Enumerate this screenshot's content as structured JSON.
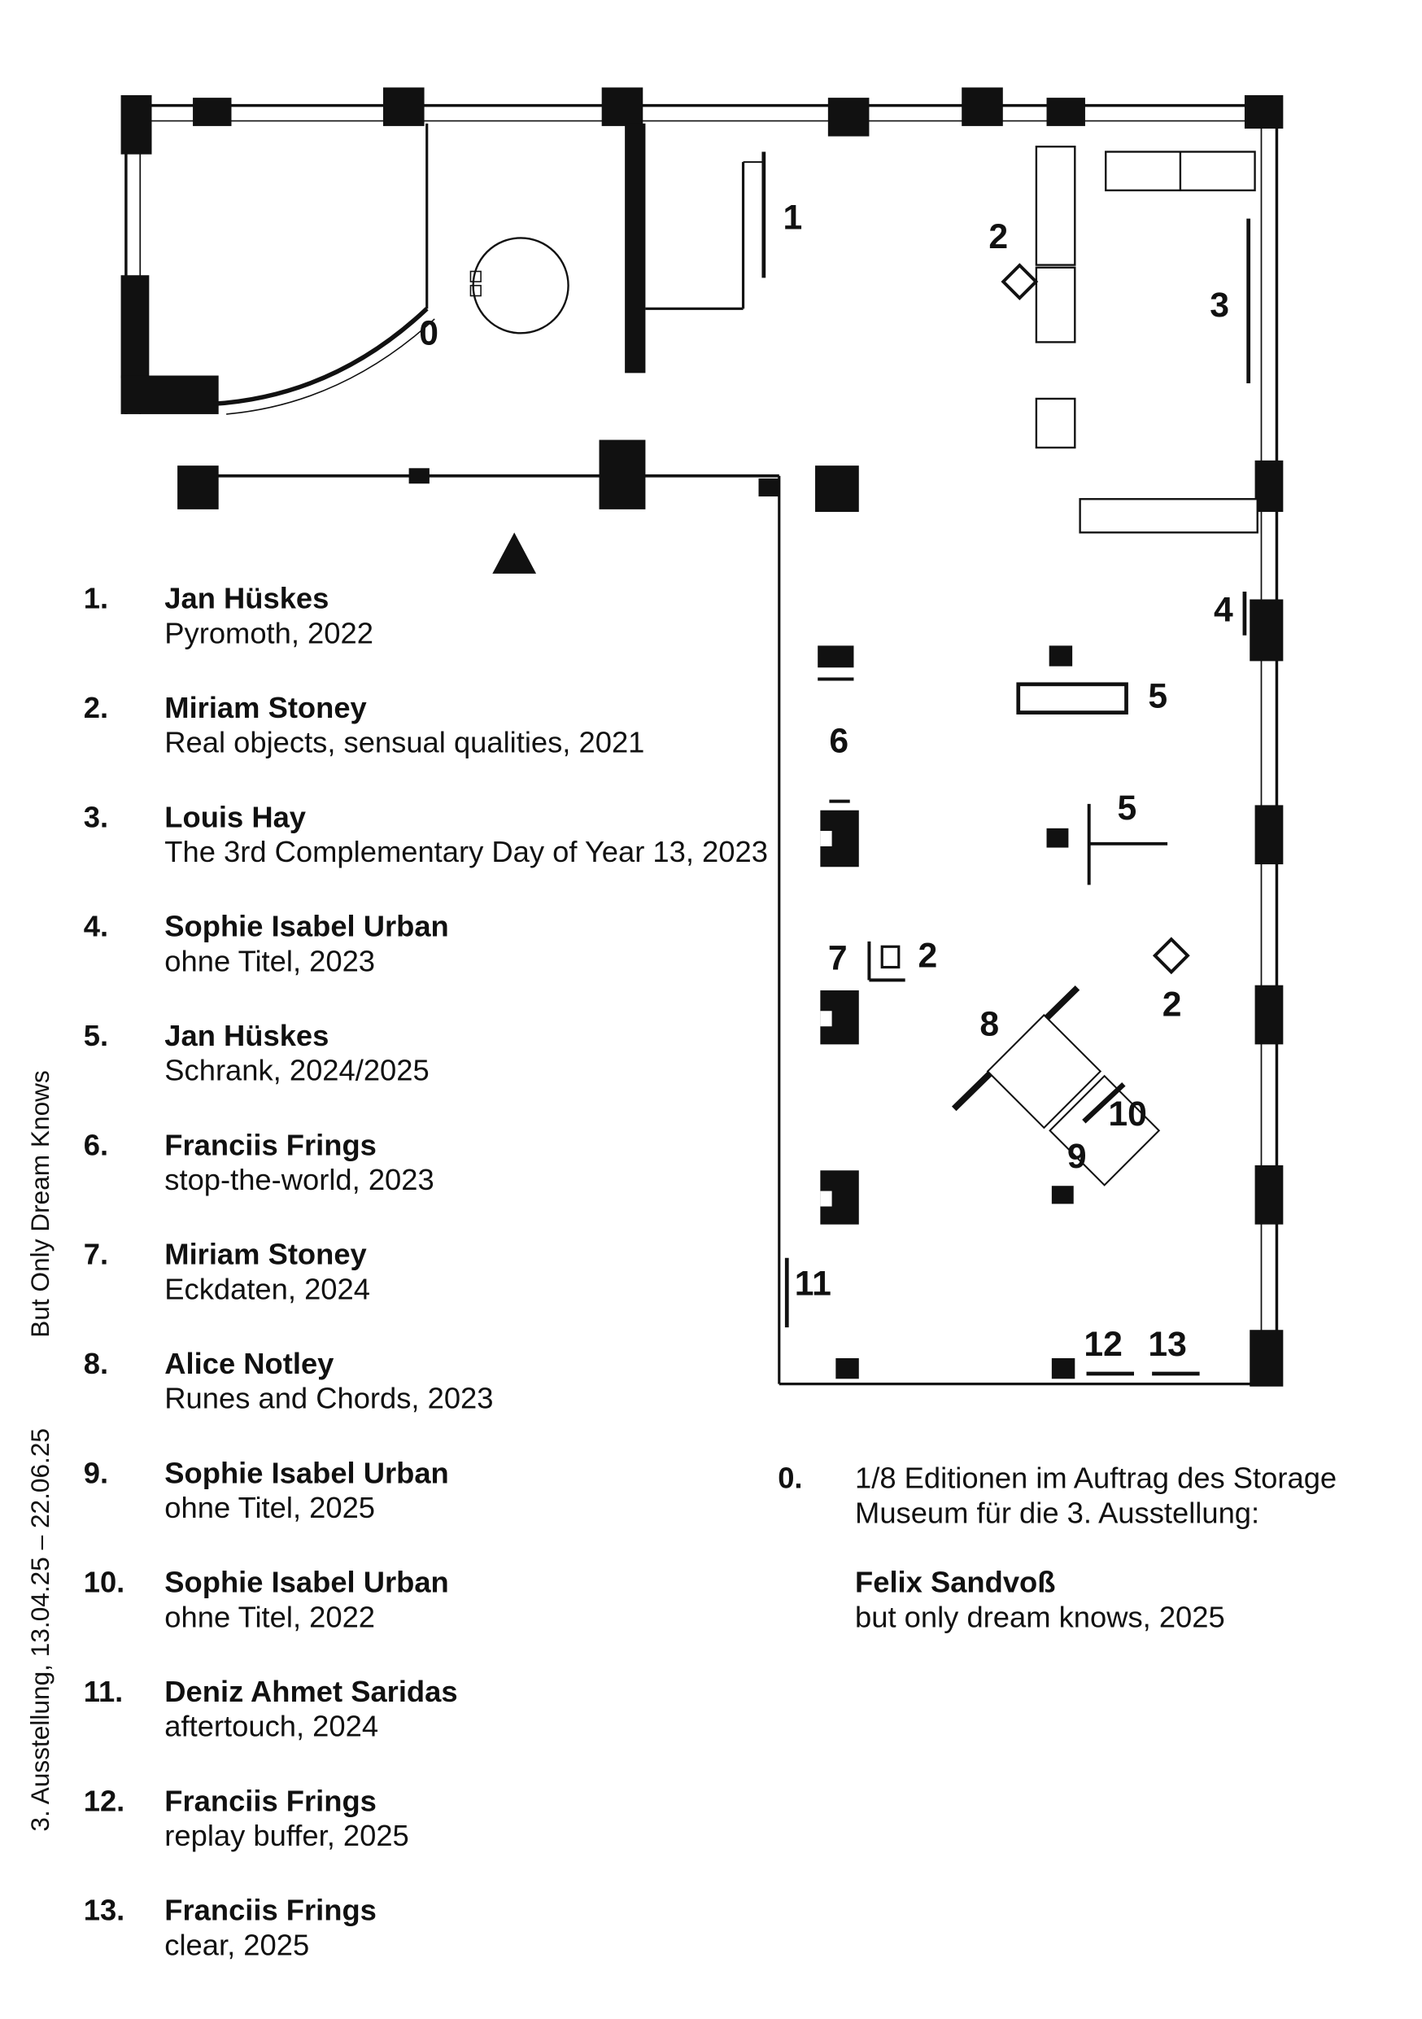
{
  "side": {
    "title_vertical": "But Only Dream Knows",
    "exhibition_vertical": "3. Ausstellung, 13.04.25 – 22.06.25"
  },
  "plan": {
    "labels": [
      "0",
      "1",
      "2",
      "3",
      "4",
      "5",
      "6",
      "5",
      "7",
      "2",
      "2",
      "8",
      "10",
      "9",
      "11",
      "12",
      "13"
    ]
  },
  "legend": {
    "items": [
      {
        "num": "1.",
        "artist": "Jan Hüskes",
        "work": "Pyromoth, 2022"
      },
      {
        "num": "2.",
        "artist": "Miriam Stoney",
        "work": "Real objects, sensual qualities, 2021"
      },
      {
        "num": "3.",
        "artist": "Louis Hay",
        "work": "The 3rd Complementary Day of Year 13, 2023"
      },
      {
        "num": "4.",
        "artist": "Sophie Isabel Urban",
        "work": "ohne Titel, 2023"
      },
      {
        "num": "5.",
        "artist": "Jan Hüskes",
        "work": "Schrank, 2024/2025"
      },
      {
        "num": "6.",
        "artist": "Franciis Frings",
        "work": "stop-the-world, 2023"
      },
      {
        "num": "7.",
        "artist": "Miriam Stoney",
        "work": "Eckdaten, 2024"
      },
      {
        "num": "8.",
        "artist": "Alice Notley",
        "work": "Runes and Chords, 2023"
      },
      {
        "num": "9.",
        "artist": "Sophie Isabel Urban",
        "work": "ohne Titel, 2025"
      },
      {
        "num": "10.",
        "artist": "Sophie Isabel Urban",
        "work": "ohne Titel, 2022"
      },
      {
        "num": "11.",
        "artist": "Deniz Ahmet Saridas",
        "work": "aftertouch, 2024"
      },
      {
        "num": "12.",
        "artist": "Franciis Frings",
        "work": "replay buffer, 2025"
      },
      {
        "num": "13.",
        "artist": "Franciis Frings",
        "work": "clear, 2025"
      }
    ]
  },
  "edition": {
    "num": "0.",
    "line1": "1/8 Editionen im Auftrag des Storage",
    "line2": "Museum für die 3. Ausstellung:",
    "artist": "Felix Sandvoß",
    "work": "but only dream knows, 2025"
  }
}
